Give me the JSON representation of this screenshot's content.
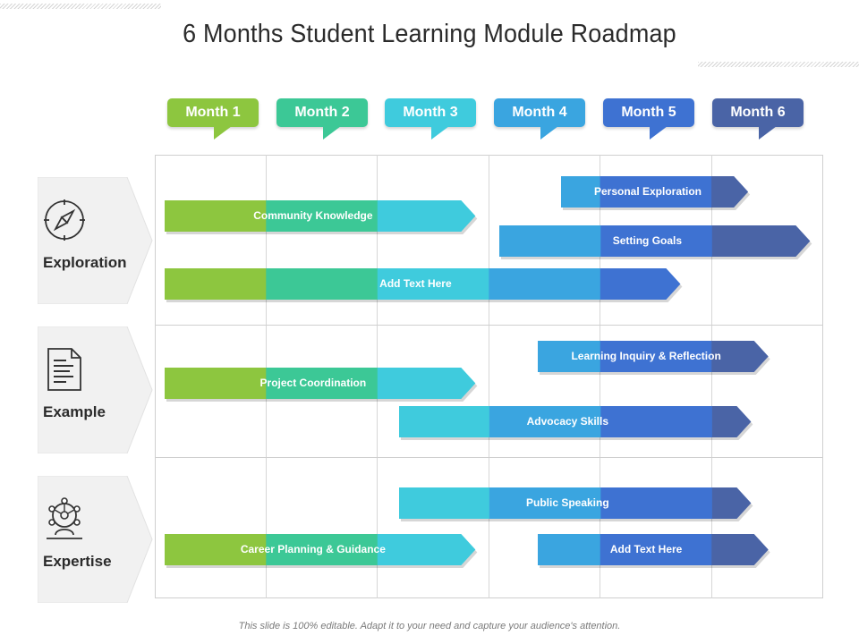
{
  "title": "6 Months Student Learning Module Roadmap",
  "months": [
    {
      "label": "Month 1",
      "color": "#8DC63F"
    },
    {
      "label": "Month 2",
      "color": "#3CC896"
    },
    {
      "label": "Month 3",
      "color": "#3FCBDD"
    },
    {
      "label": "Month 4",
      "color": "#3AA5E0"
    },
    {
      "label": "Month 5",
      "color": "#3E72D2"
    },
    {
      "label": "Month 6",
      "color": "#4A64A6"
    }
  ],
  "categories": [
    {
      "label": "Exploration",
      "icon": "compass-icon"
    },
    {
      "label": "Example",
      "icon": "document-icon"
    },
    {
      "label": "Expertise",
      "icon": "network-person-icon"
    }
  ],
  "tasks": [
    {
      "label": "Personal Exploration",
      "category": "Exploration",
      "start_month": 4.65,
      "end_month": 6.33
    },
    {
      "label": "Community Knowledge",
      "category": "Exploration",
      "start_month": 1.09,
      "end_month": 3.88
    },
    {
      "label": "Setting Goals",
      "category": "Exploration",
      "start_month": 4.09,
      "end_month": 6.88
    },
    {
      "label": "Add Text Here",
      "category": "Exploration",
      "start_month": 1.09,
      "end_month": 5.72
    },
    {
      "label": "Learning Inquiry & Reflection",
      "category": "Example",
      "start_month": 4.44,
      "end_month": 6.51
    },
    {
      "label": "Project Coordination",
      "category": "Example",
      "start_month": 1.09,
      "end_month": 3.88
    },
    {
      "label": "Advocacy Skills",
      "category": "Example",
      "start_month": 3.19,
      "end_month": 6.35
    },
    {
      "label": "Public Speaking",
      "category": "Expertise",
      "start_month": 3.19,
      "end_month": 6.35
    },
    {
      "label": "Career Planning & Guidance",
      "category": "Expertise",
      "start_month": 1.09,
      "end_month": 3.88
    },
    {
      "label": "Add Text Here",
      "category": "Expertise",
      "start_month": 4.44,
      "end_month": 6.51
    }
  ],
  "footer": "This slide is 100% editable. Adapt it to your need and capture your audience's attention."
}
